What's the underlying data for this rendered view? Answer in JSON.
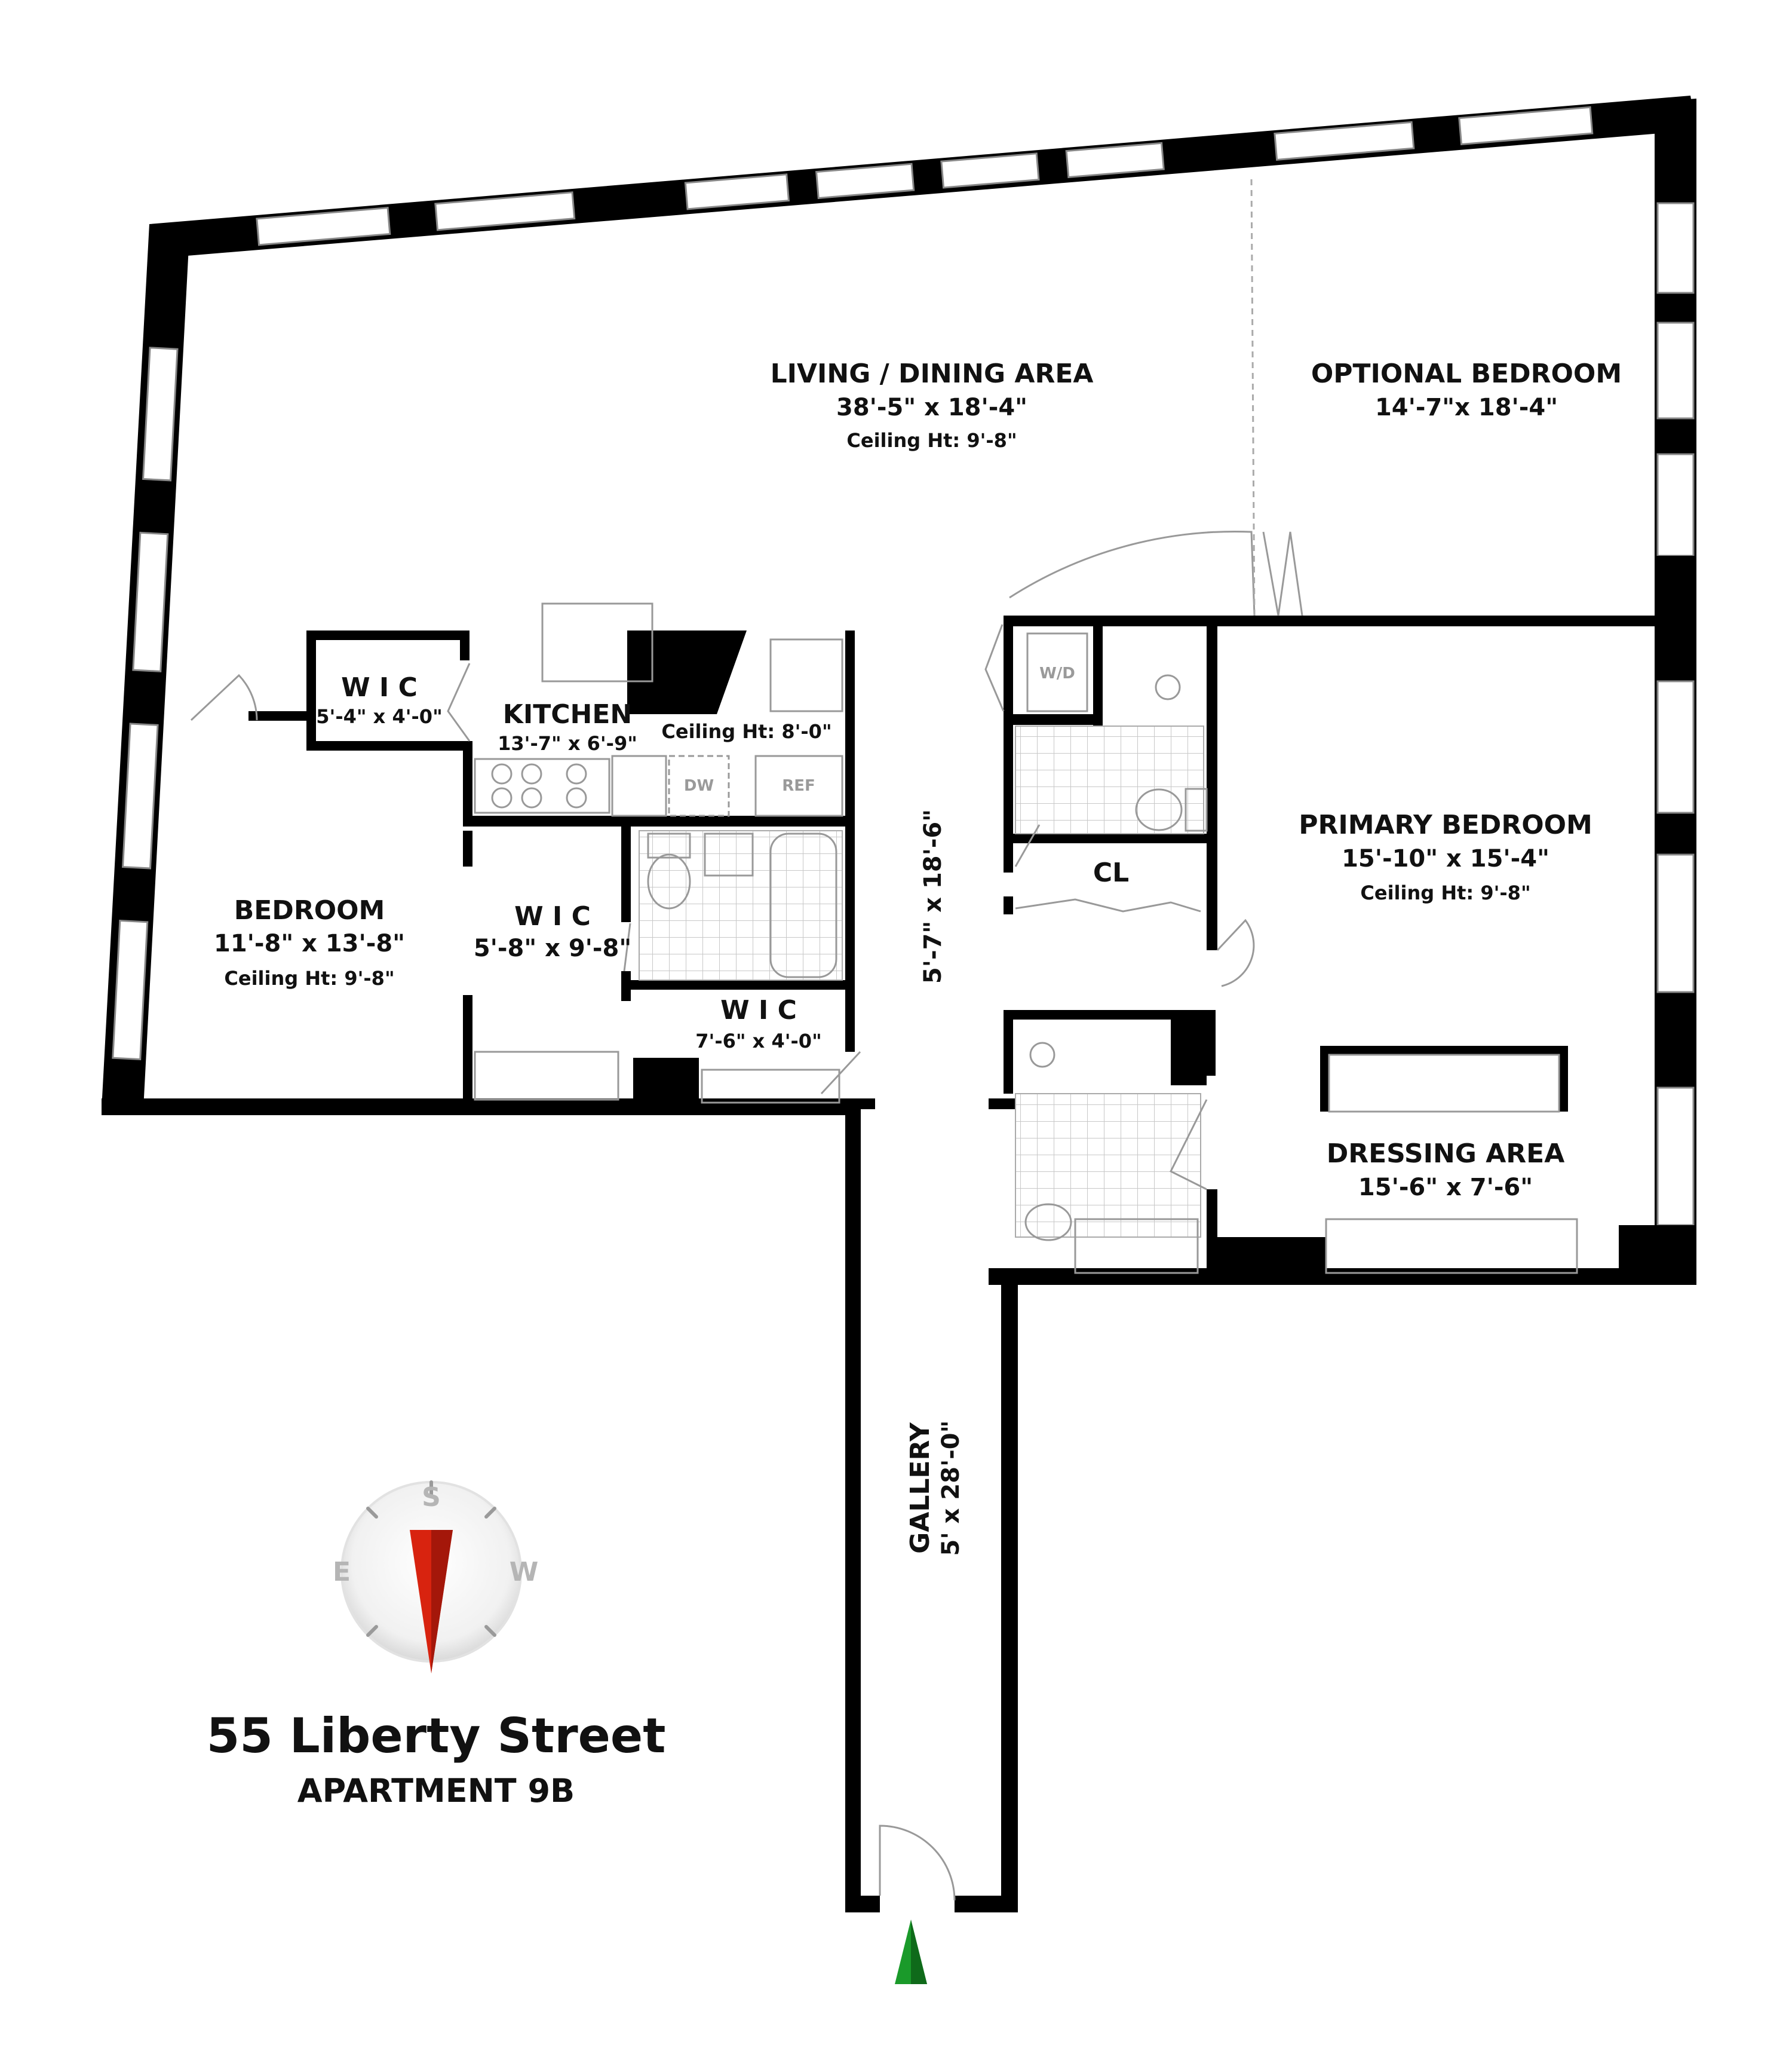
{
  "rooms": {
    "living": {
      "name": "LIVING / DINING AREA",
      "dims": "38'-5\" x 18'-4\"",
      "ceiling": "Ceiling Ht: 9'-8\""
    },
    "optional_bedroom": {
      "name": "OPTIONAL BEDROOM",
      "dims": "14'-7\"x 18'-4\""
    },
    "kitchen": {
      "name": "KITCHEN",
      "dims": "13'-7\" x 6'-9\"",
      "ceiling": "Ceiling Ht: 8'-0\""
    },
    "wic_1": {
      "name": "W I C",
      "dims": "5'-4\" x 4'-0\""
    },
    "bedroom": {
      "name": "BEDROOM",
      "dims": "11'-8\" x 13'-8\"",
      "ceiling": "Ceiling Ht: 9'-8\""
    },
    "wic_2": {
      "name": "W I C",
      "dims": "5'-8\" x 9'-8\""
    },
    "wic_3": {
      "name": "W I C",
      "dims": "7'-6\" x 4'-0\""
    },
    "hall": {
      "dims": "5'-7\" x 18'-6\""
    },
    "closet": {
      "name": "CL"
    },
    "primary_bedroom": {
      "name": "PRIMARY BEDROOM",
      "dims": "15'-10\" x 15'-4\"",
      "ceiling": "Ceiling Ht: 9'-8\""
    },
    "dressing": {
      "name": "DRESSING AREA",
      "dims": "15'-6\" x 7'-6\""
    },
    "gallery": {
      "name": "GALLERY",
      "dims": "5' x 28'-0\""
    }
  },
  "fixtures": {
    "dishwasher": "DW",
    "refrigerator": "REF",
    "washer_dryer": "W/D"
  },
  "compass": {
    "top": "S",
    "left": "E",
    "right": "W"
  },
  "building": {
    "address": "55 Liberty Street",
    "unit": "APARTMENT 9B"
  },
  "colors": {
    "wall": "#000000",
    "compass_needle": "#d8230f",
    "entry_arrow": "#1a9a2a"
  }
}
